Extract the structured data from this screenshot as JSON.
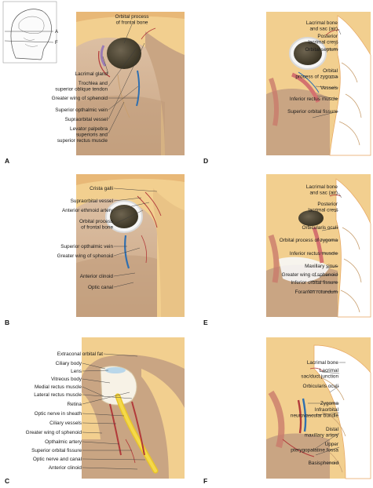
{
  "inset": {
    "markers": [
      "A",
      "F"
    ]
  },
  "panels": {
    "A": {
      "letter": "A",
      "labels": [
        "Orbital process of frontal bone",
        "Lacrimal gland",
        "Trochlea and superior oblique tendon",
        "Greater wing of sphenoid",
        "Superior opthalmic vein",
        "Supraorbital vessel",
        "Levator palpebra superioris and superior rectus muscle"
      ]
    },
    "B": {
      "letter": "B",
      "labels": [
        "Crista galli",
        "Supraorbital vessel",
        "Anterior ethmoid artery",
        "Orbital process of frontal bone",
        "Superior opthalmic vein",
        "Greater wing of sphenoid",
        "Anterior clinoid",
        "Optic canal"
      ]
    },
    "C": {
      "letter": "C",
      "labels": [
        "Extraconal orbital fat",
        "Ciliary body",
        "Lens",
        "Vitreous body",
        "Medial rectus muscle",
        "Lateral rectus muscle",
        "Retina",
        "Optic nerve in sheath",
        "Ciliary vessels",
        "Greater wing of sphenoid",
        "Opthalmic artery",
        "Superior orbital fissure",
        "Optic nerve and canal",
        "Anterior clinoid"
      ]
    },
    "D": {
      "letter": "D",
      "labels": [
        "Lacrimal bone and sac (air)",
        "Posterior lacrimal crest",
        "Orbital septum",
        "Orbital process of zygoma",
        "Vessels",
        "Inferior rectus muscle",
        "Superior orbital fissure"
      ]
    },
    "E": {
      "letter": "E",
      "labels": [
        "Lacrimal bone and sac (air)",
        "Posterior lacrimal crest",
        "Orbicularis oculi",
        "Orbital process of zygoma",
        "Inferior rectus muscle",
        "Maxillary sinus",
        "Greater wing of sphenoid",
        "Inferior orbital fissure",
        "Foramen rotundum"
      ]
    },
    "F": {
      "letter": "F",
      "labels": [
        "Lacrimal bone",
        "Lacrimal sac/duct junction",
        "Orbicularis oculi",
        "Zygoma",
        "Infraorbital neurovascular bundle",
        "Distal maxillary artery",
        "Upper pterygopalatine fossa",
        "Basisphenoid"
      ]
    }
  }
}
